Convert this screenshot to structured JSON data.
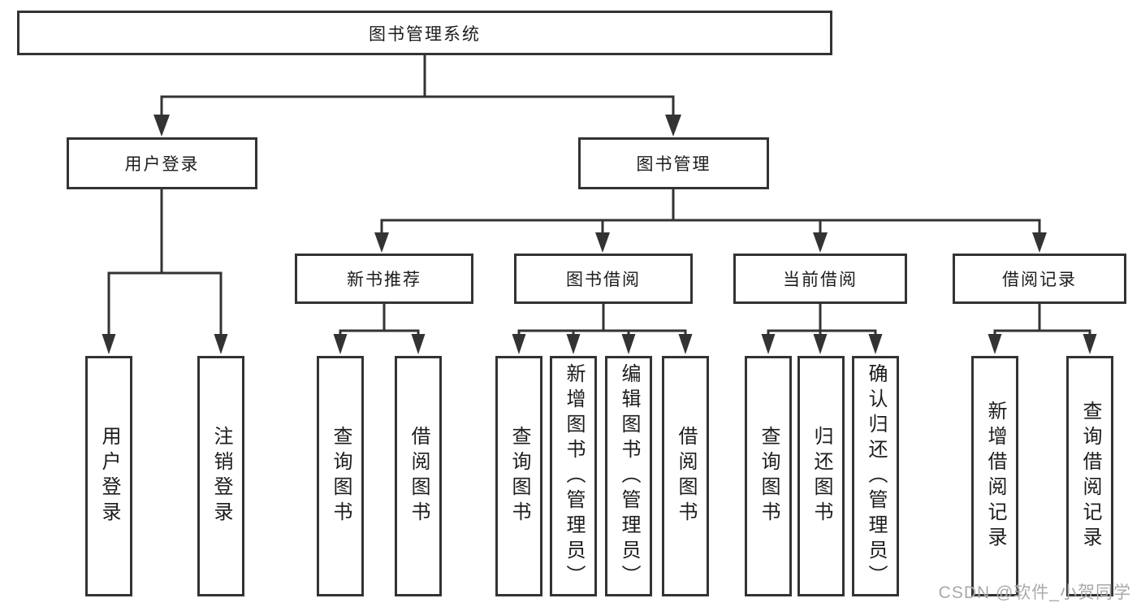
{
  "diagram": {
    "root": {
      "label": "图书管理系统",
      "children": [
        {
          "label": "用户登录",
          "children": [
            {
              "label": "用户登录"
            },
            {
              "label": "注销登录"
            }
          ]
        },
        {
          "label": "图书管理",
          "children": [
            {
              "label": "新书推荐",
              "children": [
                {
                  "label": "查询图书"
                },
                {
                  "label": "借阅图书"
                }
              ]
            },
            {
              "label": "图书借阅",
              "children": [
                {
                  "label": "查询图书"
                },
                {
                  "label": "新增图书（管理员）"
                },
                {
                  "label": "编辑图书（管理员）"
                },
                {
                  "label": "借阅图书"
                }
              ]
            },
            {
              "label": "当前借阅",
              "children": [
                {
                  "label": "查询图书"
                },
                {
                  "label": "归还图书"
                },
                {
                  "label": "确认归还（管理员）"
                }
              ]
            },
            {
              "label": "借阅记录",
              "children": [
                {
                  "label": "新增借阅记录"
                },
                {
                  "label": "查询借阅记录"
                }
              ]
            }
          ]
        }
      ]
    },
    "watermark": "CSDN @软件_小贺同学",
    "colors": {
      "line": "#333333",
      "text": "#1c1c1c",
      "watermark": "#a9a9a9",
      "background": "#ffffff"
    }
  }
}
